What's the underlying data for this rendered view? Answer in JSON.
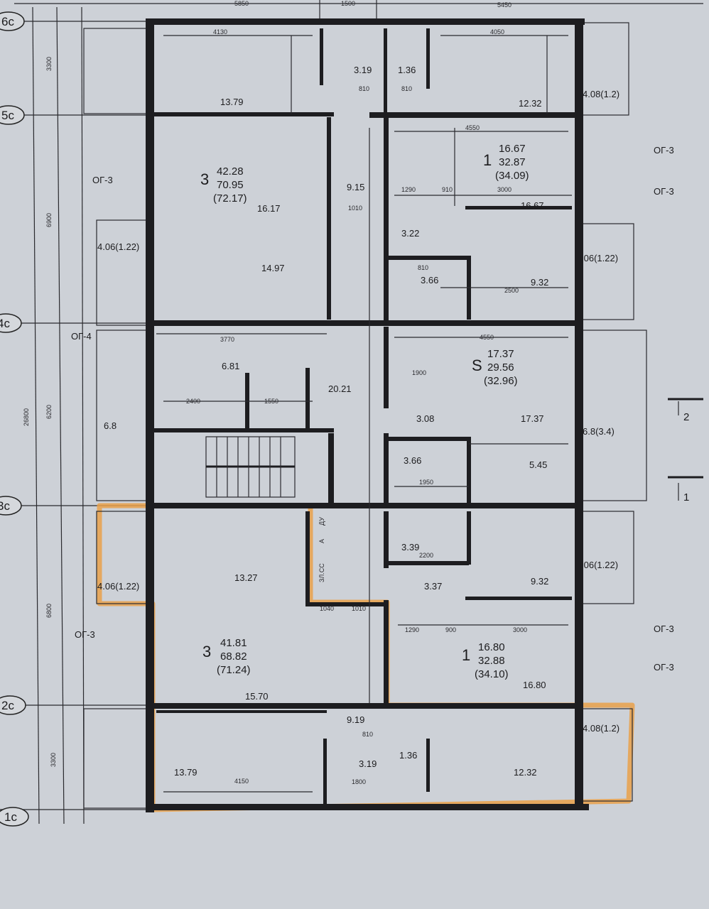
{
  "plan": {
    "axes": [
      "6c",
      "5c",
      "4c",
      "3c",
      "2c",
      "1c"
    ],
    "top_dims": [
      "5850",
      "1500",
      "5450"
    ],
    "apartments": [
      {
        "rooms": "3",
        "living": "42.28",
        "total": "70.95",
        "total_balcony": "(72.17)"
      },
      {
        "rooms": "1",
        "living": "16.67",
        "total": "32.87",
        "total_balcony": "(34.09)"
      },
      {
        "rooms": "S",
        "living": "17.37",
        "total": "29.56",
        "total_balcony": "(32.96)"
      },
      {
        "rooms": "3",
        "living": "41.81",
        "total": "68.82",
        "total_balcony": "(71.24)"
      },
      {
        "rooms": "1",
        "living": "16.80",
        "total": "32.88",
        "total_balcony": "(34.10)"
      }
    ],
    "rooms": {
      "r1379a": "13.79",
      "r319a": "3.19",
      "r136a": "1.36",
      "r1232a": "12.32",
      "r408a": "4.08(1.2)",
      "r1617": "16.17",
      "r1497": "14.97",
      "r915": "9.15",
      "r322": "3.22",
      "r1667": "16.67",
      "r366a": "3.66",
      "r932a": "9.32",
      "r406a": "4.06(1.22)",
      "r406b": ".06(1.22)",
      "r681": "6.81",
      "r68": "6.8",
      "r2021": "20.21",
      "r308": "3.08",
      "r1737": "17.37",
      "r68b": "6.8(3.4)",
      "r366b": "3.66",
      "r545": "5.45",
      "r1327": "13.27",
      "r406c": "4.06(1.22)",
      "r339": "3.39",
      "r337": "3.37",
      "r932b": "9.32",
      "r406d": ".06(1.22)",
      "r1570": "15.70",
      "r1680": "16.80",
      "r919": "9.19",
      "r1379b": "13.79",
      "r319b": "3.19",
      "r136b": "1.36",
      "r1232b": "12.32",
      "r408b": "4.08(1.2)"
    },
    "tags": {
      "og3": "ОГ-3",
      "og4": "ОГ-4",
      "du": "ДУ",
      "a": "А",
      "zss": "ЗЛ.СС"
    },
    "dims": {
      "d4130": "4130",
      "d4050": "4050",
      "d4550a": "4550",
      "d1290a": "1290",
      "d910a": "910",
      "d3000a": "3000",
      "d2500a": "2500",
      "d1010a": "1010",
      "d3770": "3770",
      "d2400": "2400",
      "d1550": "1550",
      "d4550b": "4550",
      "d1900": "1900",
      "d1950": "1950",
      "d2200": "2200",
      "d1290b": "1290",
      "d900": "900",
      "d3000b": "3000",
      "d4150": "4150",
      "d1800": "1800",
      "d1010b": "1010",
      "d1040": "1040",
      "d810a": "810",
      "d810b": "810",
      "d810c": "810",
      "d810d": "810",
      "d6900": "6900",
      "d6200": "6200",
      "d6800": "6800",
      "d3300a": "3300",
      "d3300b": "3300",
      "d26800": "26800"
    },
    "section_marks": [
      "2",
      "1"
    ],
    "highlight_color": "#e9a14a"
  }
}
